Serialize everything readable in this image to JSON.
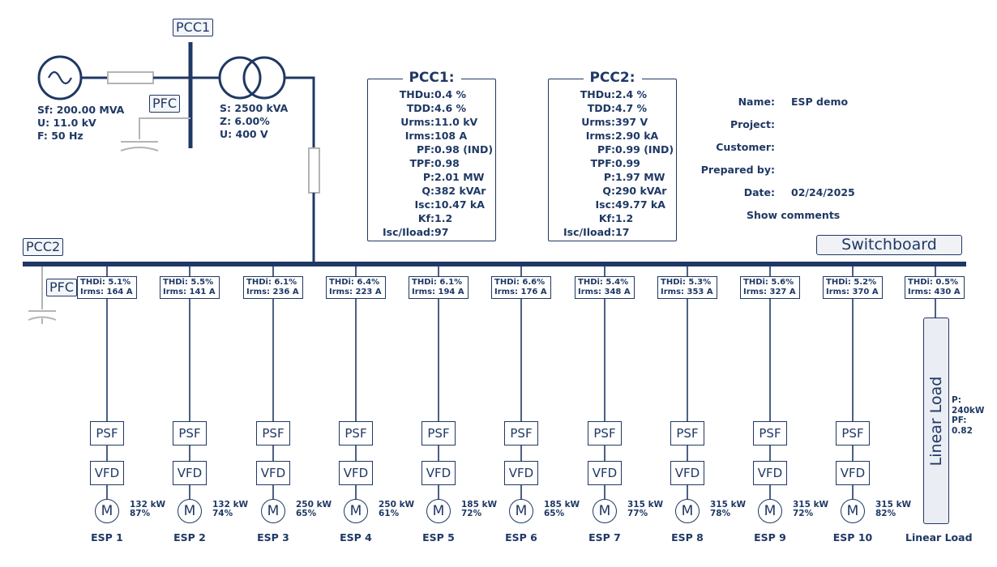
{
  "source": {
    "sf": "Sf: 200.00 MVA",
    "u": "U: 11.0 kV",
    "f": "F: 50 Hz"
  },
  "transformer": {
    "s": "S: 2500 kVA",
    "z": "Z: 6.00%",
    "u": "U: 400 V"
  },
  "labels": {
    "pcc1": "PCC1",
    "pcc2": "PCC2",
    "pfc_top": "PFC",
    "pfc_bottom": "PFC",
    "switchboard": "Switchboard",
    "linear_load": "Linear Load",
    "linear_load_bottom": "Linear Load"
  },
  "pcc1_panel": {
    "title": "PCC1:",
    "rows": [
      {
        "k": "THDu:",
        "v": "0.4 %"
      },
      {
        "k": "TDD:",
        "v": "4.6 %"
      },
      {
        "k": "Urms:",
        "v": "11.0 kV"
      },
      {
        "k": "Irms:",
        "v": "108 A"
      },
      {
        "k": "PF:",
        "v": "0.98 (IND)"
      },
      {
        "k": "TPF:",
        "v": "0.98"
      },
      {
        "k": "P:",
        "v": "2.01 MW"
      },
      {
        "k": "Q:",
        "v": "382 kVAr"
      },
      {
        "k": "Isc:",
        "v": "10.47 kA"
      },
      {
        "k": "Kf:",
        "v": "1.2"
      },
      {
        "k": "Isc/Iload:",
        "v": "97"
      }
    ]
  },
  "pcc2_panel": {
    "title": "PCC2:",
    "rows": [
      {
        "k": "THDu:",
        "v": "2.4 %"
      },
      {
        "k": "TDD:",
        "v": "4.7 %"
      },
      {
        "k": "Urms:",
        "v": "397 V"
      },
      {
        "k": "Irms:",
        "v": "2.90 kA"
      },
      {
        "k": "PF:",
        "v": "0.99 (IND)"
      },
      {
        "k": "TPF:",
        "v": "0.99"
      },
      {
        "k": "P:",
        "v": "1.97 MW"
      },
      {
        "k": "Q:",
        "v": "290 kVAr"
      },
      {
        "k": "Isc:",
        "v": "49.77 kA"
      },
      {
        "k": "Kf:",
        "v": "1.2"
      },
      {
        "k": "Isc/Iload:",
        "v": "17"
      }
    ]
  },
  "info": {
    "name_label": "Name:",
    "name_value": "ESP demo",
    "project_label": "Project:",
    "customer_label": "Customer:",
    "prepared_label": "Prepared by:",
    "date_label": "Date:",
    "date_value": "02/24/2025",
    "show_comments": "Show comments"
  },
  "feeders": [
    {
      "thdi": "THDi: 5.1%",
      "irms": "Irms: 164 A",
      "psf": "PSF",
      "vfd": "VFD",
      "motor": "M",
      "kw": "132 kW",
      "pct": "87%",
      "name": "ESP 1"
    },
    {
      "thdi": "THDi: 5.5%",
      "irms": "Irms: 141 A",
      "psf": "PSF",
      "vfd": "VFD",
      "motor": "M",
      "kw": "132 kW",
      "pct": "74%",
      "name": "ESP 2"
    },
    {
      "thdi": "THDi: 6.1%",
      "irms": "Irms: 236 A",
      "psf": "PSF",
      "vfd": "VFD",
      "motor": "M",
      "kw": "250 kW",
      "pct": "65%",
      "name": "ESP 3"
    },
    {
      "thdi": "THDi: 6.4%",
      "irms": "Irms: 223 A",
      "psf": "PSF",
      "vfd": "VFD",
      "motor": "M",
      "kw": "250 kW",
      "pct": "61%",
      "name": "ESP 4"
    },
    {
      "thdi": "THDi: 6.1%",
      "irms": "Irms: 194 A",
      "psf": "PSF",
      "vfd": "VFD",
      "motor": "M",
      "kw": "185 kW",
      "pct": "72%",
      "name": "ESP 5"
    },
    {
      "thdi": "THDi: 6.6%",
      "irms": "Irms: 176 A",
      "psf": "PSF",
      "vfd": "VFD",
      "motor": "M",
      "kw": "185 kW",
      "pct": "65%",
      "name": "ESP 6"
    },
    {
      "thdi": "THDi: 5.4%",
      "irms": "Irms: 348 A",
      "psf": "PSF",
      "vfd": "VFD",
      "motor": "M",
      "kw": "315 kW",
      "pct": "77%",
      "name": "ESP 7"
    },
    {
      "thdi": "THDi: 5.3%",
      "irms": "Irms: 353 A",
      "psf": "PSF",
      "vfd": "VFD",
      "motor": "M",
      "kw": "315 kW",
      "pct": "78%",
      "name": "ESP 8"
    },
    {
      "thdi": "THDi: 5.6%",
      "irms": "Irms: 327 A",
      "psf": "PSF",
      "vfd": "VFD",
      "motor": "M",
      "kw": "315 kW",
      "pct": "72%",
      "name": "ESP 9"
    },
    {
      "thdi": "THDi: 5.2%",
      "irms": "Irms: 370 A",
      "psf": "PSF",
      "vfd": "VFD",
      "motor": "M",
      "kw": "315 kW",
      "pct": "82%",
      "name": "ESP 10"
    }
  ],
  "linear_feeder": {
    "thdi": "THDi: 0.5%",
    "irms": "Irms: 430 A",
    "p_label": "P:",
    "p_value": "240kW",
    "pf_label": "PF:",
    "pf_value": "0.82"
  },
  "colors": {
    "line": "#1f3864",
    "grey": "#b4b4b4",
    "box_fill": "#eaedf3"
  }
}
